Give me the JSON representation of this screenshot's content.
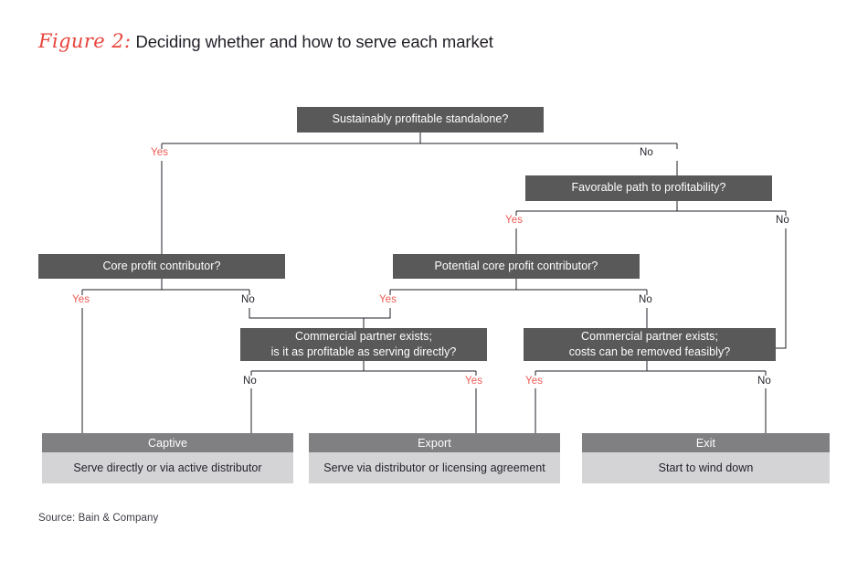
{
  "header": {
    "figure_label": "Figure 2:",
    "title": "Deciding whether and how to serve each market",
    "figure_label_color": "#E8443C",
    "title_color": "#231f28"
  },
  "footer": {
    "source": "Source: Bain & Company"
  },
  "palette": {
    "decision_box_bg": "#595959",
    "decision_box_text": "#ffffff",
    "outcome_header_bg": "#808083",
    "outcome_body_bg": "#d4d4d6",
    "outcome_body_text": "#231f28",
    "yes_label": "#ED5A52",
    "no_label": "#231f28",
    "connector": "#231f28",
    "page_bg": "#ffffff"
  },
  "chart_data": {
    "type": "diagram",
    "subtype": "decision-tree-flowchart",
    "title": "Deciding whether and how to serve each market",
    "nodes": [
      {
        "id": "q1",
        "kind": "decision",
        "label": "Sustainably profitable standalone?"
      },
      {
        "id": "q2",
        "kind": "decision",
        "label": "Favorable path to profitability?"
      },
      {
        "id": "q3",
        "kind": "decision",
        "label": "Core profit contributor?"
      },
      {
        "id": "q4",
        "kind": "decision",
        "label": "Potential core profit contributor?"
      },
      {
        "id": "q5",
        "kind": "decision",
        "label_line1": "Commercial partner exists;",
        "label_line2": "is it as profitable as serving directly?"
      },
      {
        "id": "q6",
        "kind": "decision",
        "label_line1": "Commercial partner exists;",
        "label_line2": "costs can be removed feasibly?"
      },
      {
        "id": "o1",
        "kind": "outcome",
        "header": "Captive",
        "body": "Serve directly or via active distributor"
      },
      {
        "id": "o2",
        "kind": "outcome",
        "header": "Export",
        "body": "Serve via distributor or licensing agreement"
      },
      {
        "id": "o3",
        "kind": "outcome",
        "header": "Exit",
        "body": "Start to wind down"
      }
    ],
    "edges": [
      {
        "from": "q1",
        "to": "q3",
        "label": "Yes"
      },
      {
        "from": "q1",
        "to": "q2",
        "label": "No"
      },
      {
        "from": "q2",
        "to": "q4",
        "label": "Yes"
      },
      {
        "from": "q2",
        "to": "q6",
        "label": "No"
      },
      {
        "from": "q3",
        "to": "o1",
        "label": "Yes"
      },
      {
        "from": "q3",
        "to": "q5",
        "label": "No"
      },
      {
        "from": "q4",
        "to": "q5",
        "label": "Yes"
      },
      {
        "from": "q4",
        "to": "q6",
        "label": "No"
      },
      {
        "from": "q5",
        "to": "o1",
        "label": "No"
      },
      {
        "from": "q5",
        "to": "o2",
        "label": "Yes"
      },
      {
        "from": "q6",
        "to": "o2",
        "label": "Yes"
      },
      {
        "from": "q6",
        "to": "o3",
        "label": "No"
      }
    ]
  },
  "nodes": {
    "q1": {
      "label": "Sustainably profitable standalone?"
    },
    "q2": {
      "label": "Favorable path to profitability?"
    },
    "q3": {
      "label": "Core profit contributor?"
    },
    "q4": {
      "label": "Potential core profit contributor?"
    },
    "q5": {
      "line1": "Commercial partner exists;",
      "line2": "is it as profitable as serving directly?"
    },
    "q6": {
      "line1": "Commercial partner exists;",
      "line2": "costs can be removed feasibly?"
    }
  },
  "outcomes": {
    "captive": {
      "header": "Captive",
      "body": "Serve directly or via active distributor"
    },
    "export": {
      "header": "Export",
      "body": "Serve via distributor or licensing agreement"
    },
    "exit": {
      "header": "Exit",
      "body": "Start to wind down"
    }
  },
  "labels": {
    "q1_yes": "Yes",
    "q1_no": "No",
    "q2_yes": "Yes",
    "q2_no": "No",
    "q3_yes": "Yes",
    "q3_no": "No",
    "q4_yes": "Yes",
    "q4_no": "No",
    "q5_no": "No",
    "q5_yes": "Yes",
    "q6_yes": "Yes",
    "q6_no": "No"
  }
}
